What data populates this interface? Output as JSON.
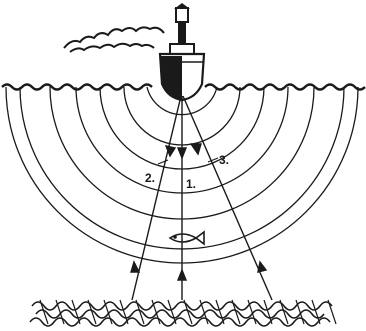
{
  "diagram": {
    "beam_labels": [
      {
        "id": "beam-left",
        "text": "2."
      },
      {
        "id": "beam-center",
        "text": "1."
      },
      {
        "id": "beam-right",
        "text": "3."
      }
    ],
    "elements": [
      "ship",
      "smoke",
      "water-surface",
      "sound-wavefronts",
      "sonar-beams",
      "fish",
      "seabed"
    ],
    "ink_color": "#1a1a1a",
    "background_color": "#ffffff"
  }
}
